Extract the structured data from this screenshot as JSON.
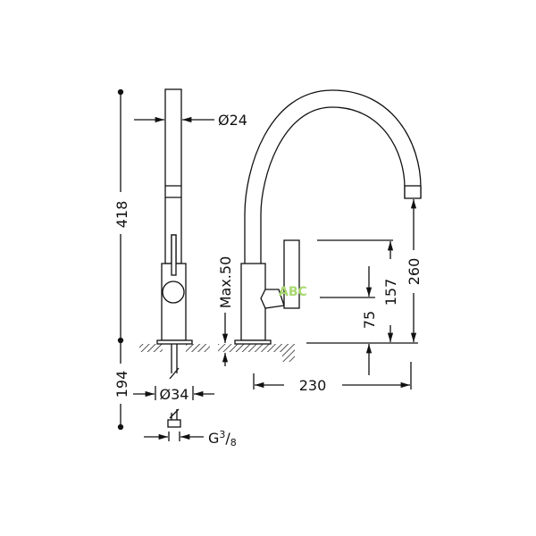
{
  "diagram": {
    "type": "technical-drawing",
    "subject": "kitchen faucet dimensions (side and front views)",
    "units": "mm",
    "colors": {
      "line": "#111111",
      "watermark": "#a8d86e",
      "background": "#ffffff"
    }
  },
  "side_view": {
    "labels": {
      "spout_diameter": "Ø24",
      "total_height": "418",
      "below_counter_length": "194",
      "base_diameter": "Ø34",
      "connection_thread": "G",
      "thread_num": "3",
      "thread_den": "8"
    }
  },
  "front_view": {
    "labels": {
      "max_counter_thickness": "Max.50",
      "handle_height": "157",
      "spout_clearance": "260",
      "handle_center_height": "75",
      "spout_reach": "230"
    }
  },
  "watermark": {
    "text": "ABC"
  }
}
